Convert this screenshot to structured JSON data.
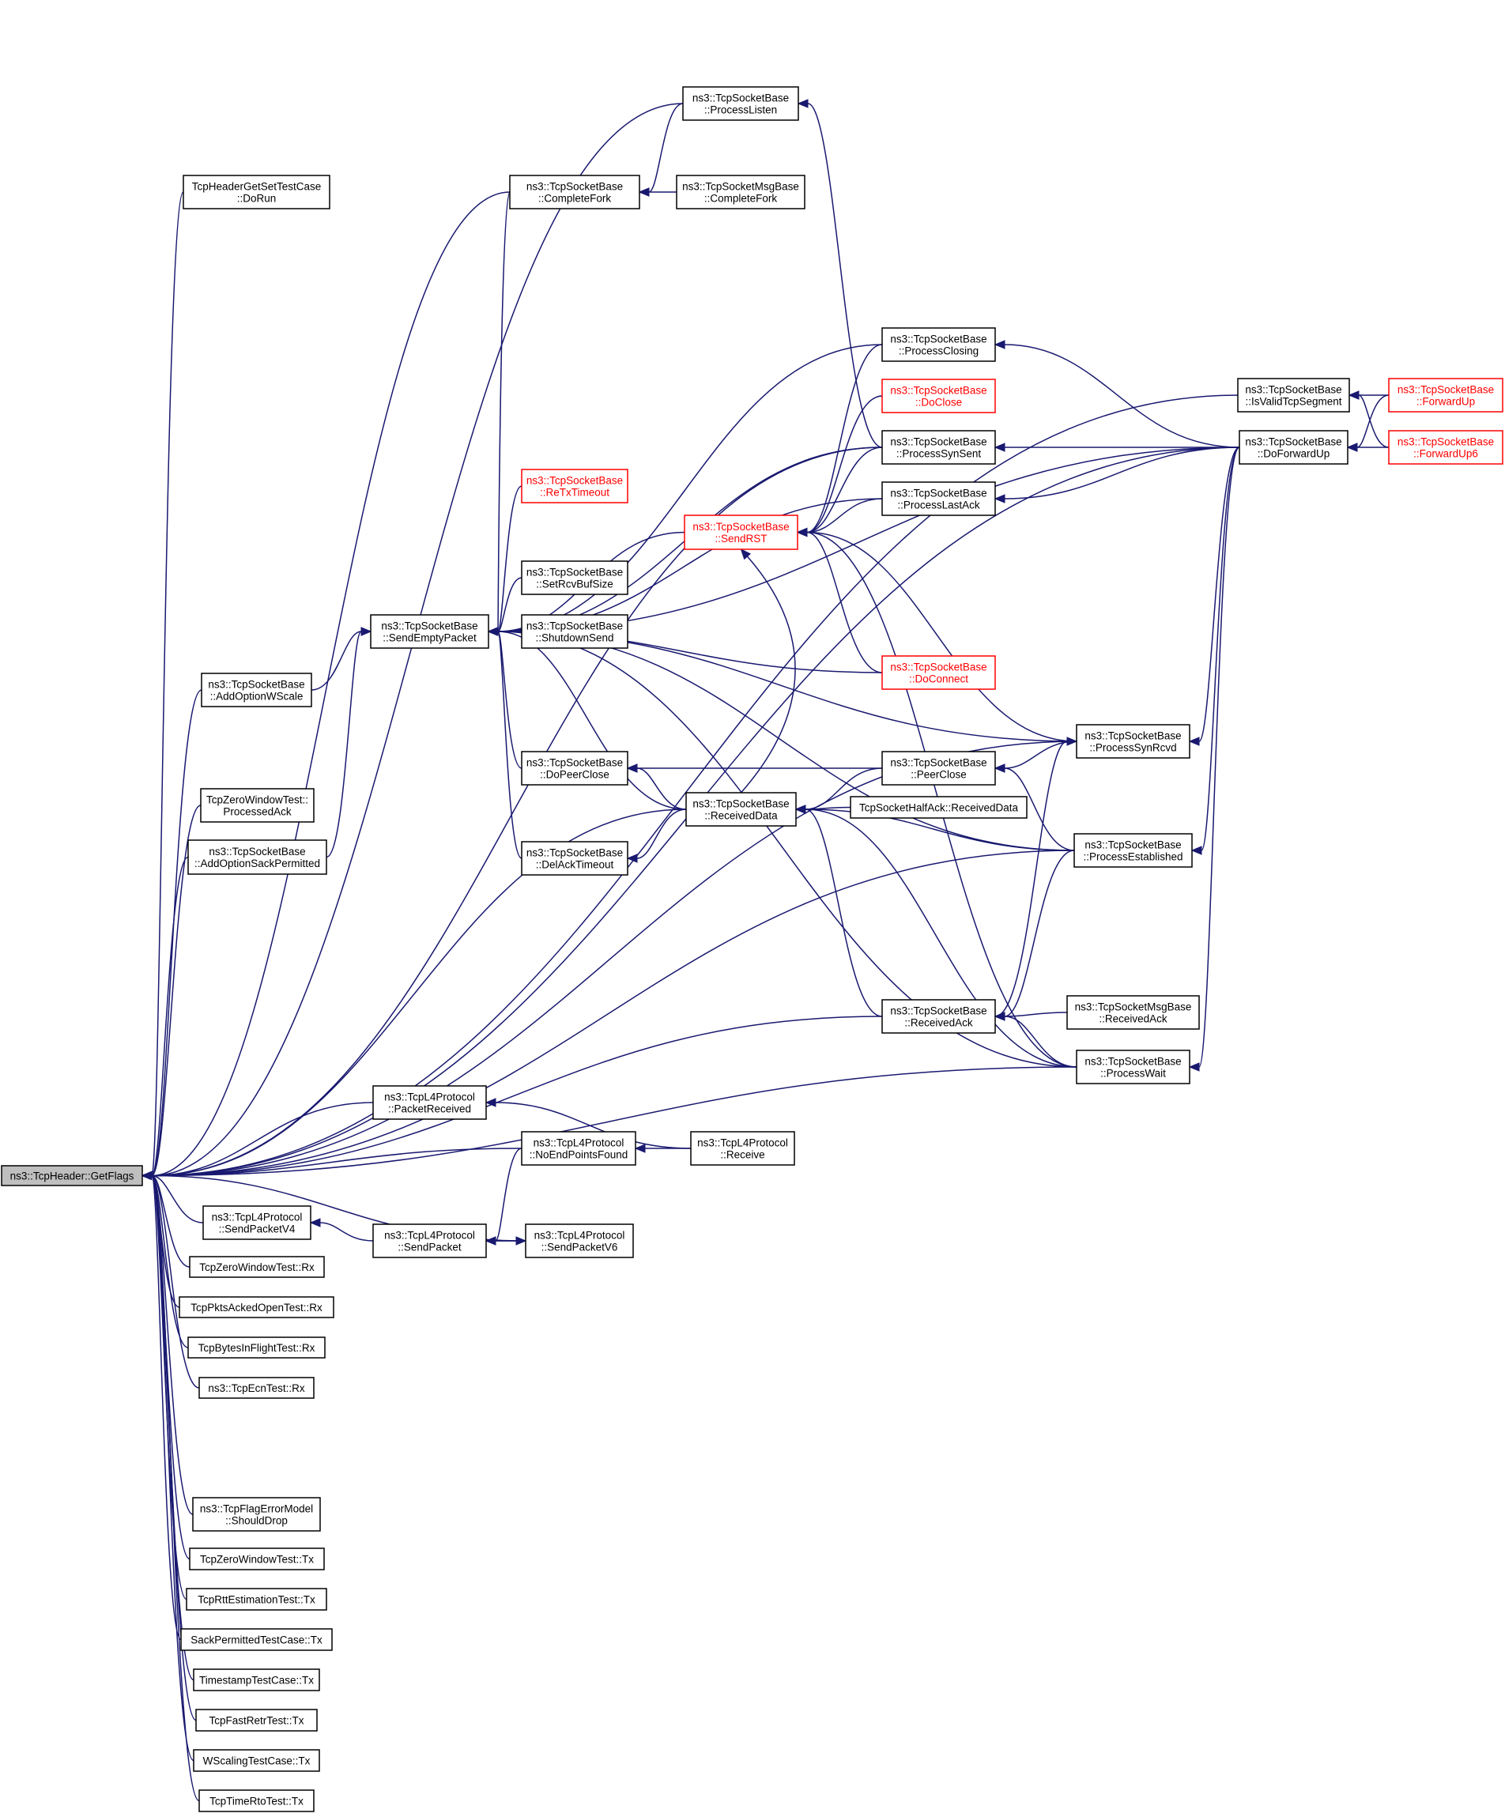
{
  "nodes": [
    {
      "id": "getflags",
      "lines": [
        "ns3::TcpHeader::GetFlags"
      ],
      "style": "root"
    },
    {
      "id": "headertest",
      "lines": [
        "TcpHeaderGetSetTestCase",
        "::DoRun"
      ]
    },
    {
      "id": "addwscale",
      "lines": [
        "ns3::TcpSocketBase",
        "::AddOptionWScale"
      ]
    },
    {
      "id": "zwprocack",
      "lines": [
        "TcpZeroWindowTest::",
        "ProcessedAck"
      ]
    },
    {
      "id": "addsack",
      "lines": [
        "ns3::TcpSocketBase",
        "::AddOptionSackPermitted"
      ]
    },
    {
      "id": "sendv4",
      "lines": [
        "ns3::TcpL4Protocol",
        "::SendPacketV4"
      ]
    },
    {
      "id": "zwrx",
      "lines": [
        "TcpZeroWindowTest::Rx"
      ]
    },
    {
      "id": "pktsrx",
      "lines": [
        "TcpPktsAckedOpenTest::Rx"
      ]
    },
    {
      "id": "bifrx",
      "lines": [
        "TcpBytesInFlightTest::Rx"
      ]
    },
    {
      "id": "ecnrx",
      "lines": [
        "ns3::TcpEcnTest::Rx"
      ]
    },
    {
      "id": "flagerr",
      "lines": [
        "ns3::TcpFlagErrorModel",
        "::ShouldDrop"
      ]
    },
    {
      "id": "zwtx",
      "lines": [
        "TcpZeroWindowTest::Tx"
      ]
    },
    {
      "id": "rtttx",
      "lines": [
        "TcpRttEstimationTest::Tx"
      ]
    },
    {
      "id": "sacktx",
      "lines": [
        "SackPermittedTestCase::Tx"
      ]
    },
    {
      "id": "tstx",
      "lines": [
        "TimestampTestCase::Tx"
      ]
    },
    {
      "id": "fastretx",
      "lines": [
        "TcpFastRetrTest::Tx"
      ]
    },
    {
      "id": "wstx",
      "lines": [
        "WScalingTestCase::Tx"
      ]
    },
    {
      "id": "rtotx",
      "lines": [
        "TcpTimeRtoTest::Tx"
      ]
    },
    {
      "id": "sendempty",
      "lines": [
        "ns3::TcpSocketBase",
        "::SendEmptyPacket"
      ]
    },
    {
      "id": "packetrecv",
      "lines": [
        "ns3::TcpL4Protocol",
        "::PacketReceived"
      ]
    },
    {
      "id": "sendpacket",
      "lines": [
        "ns3::TcpL4Protocol",
        "::SendPacket"
      ]
    },
    {
      "id": "completefork",
      "lines": [
        "ns3::TcpSocketBase",
        "::CompleteFork"
      ]
    },
    {
      "id": "retx",
      "lines": [
        "ns3::TcpSocketBase",
        "::ReTxTimeout"
      ],
      "style": "red"
    },
    {
      "id": "setrcvbuf",
      "lines": [
        "ns3::TcpSocketBase",
        "::SetRcvBufSize"
      ]
    },
    {
      "id": "shutdownsend",
      "lines": [
        "ns3::TcpSocketBase",
        "::ShutdownSend"
      ]
    },
    {
      "id": "dopeerclose",
      "lines": [
        "ns3::TcpSocketBase",
        "::DoPeerClose"
      ]
    },
    {
      "id": "delack",
      "lines": [
        "ns3::TcpSocketBase",
        "::DelAckTimeout"
      ]
    },
    {
      "id": "noendpoints",
      "lines": [
        "ns3::TcpL4Protocol",
        "::NoEndPointsFound"
      ]
    },
    {
      "id": "sendv6",
      "lines": [
        "ns3::TcpL4Protocol",
        "::SendPacketV6"
      ]
    },
    {
      "id": "processlisten",
      "lines": [
        "ns3::TcpSocketBase",
        "::ProcessListen"
      ]
    },
    {
      "id": "msgfork",
      "lines": [
        "ns3::TcpSocketMsgBase",
        "::CompleteFork"
      ]
    },
    {
      "id": "sendrst",
      "lines": [
        "ns3::TcpSocketBase",
        "::SendRST"
      ],
      "style": "red"
    },
    {
      "id": "recvdata",
      "lines": [
        "ns3::TcpSocketBase",
        "::ReceivedData"
      ]
    },
    {
      "id": "l4receive",
      "lines": [
        "ns3::TcpL4Protocol",
        "::Receive"
      ]
    },
    {
      "id": "procclosing",
      "lines": [
        "ns3::TcpSocketBase",
        "::ProcessClosing"
      ]
    },
    {
      "id": "doclose",
      "lines": [
        "ns3::TcpSocketBase",
        "::DoClose"
      ],
      "style": "red"
    },
    {
      "id": "procsynsent",
      "lines": [
        "ns3::TcpSocketBase",
        "::ProcessSynSent"
      ]
    },
    {
      "id": "proclastack",
      "lines": [
        "ns3::TcpSocketBase",
        "::ProcessLastAck"
      ]
    },
    {
      "id": "doconnect",
      "lines": [
        "ns3::TcpSocketBase",
        "::DoConnect"
      ],
      "style": "red"
    },
    {
      "id": "peerclose",
      "lines": [
        "ns3::TcpSocketBase",
        "::PeerClose"
      ]
    },
    {
      "id": "halfack",
      "lines": [
        "TcpSocketHalfAck::ReceivedData"
      ]
    },
    {
      "id": "recvack",
      "lines": [
        "ns3::TcpSocketBase",
        "::ReceivedAck"
      ]
    },
    {
      "id": "procsynrcvd",
      "lines": [
        "ns3::TcpSocketBase",
        "::ProcessSynRcvd"
      ]
    },
    {
      "id": "procest",
      "lines": [
        "ns3::TcpSocketBase",
        "::ProcessEstablished"
      ]
    },
    {
      "id": "msgrecvack",
      "lines": [
        "ns3::TcpSocketMsgBase",
        "::ReceivedAck"
      ]
    },
    {
      "id": "procwait",
      "lines": [
        "ns3::TcpSocketBase",
        "::ProcessWait"
      ]
    },
    {
      "id": "isvalid",
      "lines": [
        "ns3::TcpSocketBase",
        "::IsValidTcpSegment"
      ]
    },
    {
      "id": "doforwardup",
      "lines": [
        "ns3::TcpSocketBase",
        "::DoForwardUp"
      ]
    },
    {
      "id": "forwardup",
      "lines": [
        "ns3::TcpSocketBase",
        "::ForwardUp"
      ],
      "style": "red"
    },
    {
      "id": "forwardup6",
      "lines": [
        "ns3::TcpSocketBase",
        "::ForwardUp6"
      ],
      "style": "red"
    }
  ],
  "edges": [
    [
      "headertest",
      "getflags"
    ],
    [
      "addwscale",
      "getflags"
    ],
    [
      "zwprocack",
      "getflags"
    ],
    [
      "addsack",
      "getflags"
    ],
    [
      "sendv4",
      "getflags"
    ],
    [
      "zwrx",
      "getflags"
    ],
    [
      "pktsrx",
      "getflags"
    ],
    [
      "bifrx",
      "getflags"
    ],
    [
      "ecnrx",
      "getflags"
    ],
    [
      "flagerr",
      "getflags"
    ],
    [
      "zwtx",
      "getflags"
    ],
    [
      "rtttx",
      "getflags"
    ],
    [
      "sacktx",
      "getflags"
    ],
    [
      "tstx",
      "getflags"
    ],
    [
      "fastretx",
      "getflags"
    ],
    [
      "wstx",
      "getflags"
    ],
    [
      "rtotx",
      "getflags"
    ],
    [
      "processlisten",
      "getflags"
    ],
    [
      "completefork",
      "getflags"
    ],
    [
      "procsynsent",
      "getflags"
    ],
    [
      "recvdata",
      "getflags"
    ],
    [
      "procsynrcvd",
      "getflags"
    ],
    [
      "recvack",
      "getflags"
    ],
    [
      "packetrecv",
      "getflags"
    ],
    [
      "noendpoints",
      "getflags"
    ],
    [
      "procest",
      "getflags"
    ],
    [
      "sendv6",
      "getflags"
    ],
    [
      "procwait",
      "getflags"
    ],
    [
      "isvalid",
      "getflags"
    ],
    [
      "doforwardup",
      "getflags"
    ],
    [
      "addwscale",
      "sendempty"
    ],
    [
      "addsack",
      "sendempty"
    ],
    [
      "completefork",
      "sendempty"
    ],
    [
      "retx",
      "sendempty"
    ],
    [
      "setrcvbuf",
      "sendempty"
    ],
    [
      "shutdownsend",
      "sendempty"
    ],
    [
      "dopeerclose",
      "sendempty"
    ],
    [
      "delack",
      "sendempty"
    ],
    [
      "sendrst",
      "sendempty"
    ],
    [
      "recvdata",
      "sendempty"
    ],
    [
      "procclosing",
      "sendempty"
    ],
    [
      "procsynsent",
      "sendempty"
    ],
    [
      "proclastack",
      "sendempty"
    ],
    [
      "doconnect",
      "sendempty"
    ],
    [
      "procsynrcvd",
      "sendempty"
    ],
    [
      "procest",
      "sendempty"
    ],
    [
      "procwait",
      "sendempty"
    ],
    [
      "doforwardup",
      "sendempty"
    ],
    [
      "processlisten",
      "completefork"
    ],
    [
      "msgfork",
      "completefork"
    ],
    [
      "procclosing",
      "sendrst"
    ],
    [
      "doclose",
      "sendrst"
    ],
    [
      "procsynsent",
      "sendrst"
    ],
    [
      "proclastack",
      "sendrst"
    ],
    [
      "doconnect",
      "sendrst"
    ],
    [
      "procsynrcvd",
      "sendrst"
    ],
    [
      "procwait",
      "sendrst"
    ],
    [
      "recvdata",
      "sendrst"
    ],
    [
      "recvdata",
      "dopeerclose"
    ],
    [
      "peerclose",
      "dopeerclose"
    ],
    [
      "recvdata",
      "delack"
    ],
    [
      "peerclose",
      "recvdata"
    ],
    [
      "halfack",
      "recvdata"
    ],
    [
      "procest",
      "recvdata"
    ],
    [
      "recvack",
      "recvdata"
    ],
    [
      "procwait",
      "recvdata"
    ],
    [
      "procsynrcvd",
      "peerclose"
    ],
    [
      "procest",
      "peerclose"
    ],
    [
      "procest",
      "recvack"
    ],
    [
      "msgrecvack",
      "recvack"
    ],
    [
      "procwait",
      "recvack"
    ],
    [
      "recvack",
      "procsynrcvd"
    ],
    [
      "procsynsent",
      "processlisten"
    ],
    [
      "doforwardup",
      "procclosing"
    ],
    [
      "doforwardup",
      "procsynsent"
    ],
    [
      "doforwardup",
      "proclastack"
    ],
    [
      "doforwardup",
      "procsynrcvd"
    ],
    [
      "doforwardup",
      "procest"
    ],
    [
      "doforwardup",
      "procwait"
    ],
    [
      "l4receive",
      "packetrecv"
    ],
    [
      "l4receive",
      "noendpoints"
    ],
    [
      "noendpoints",
      "sendpacket"
    ],
    [
      "sendv6",
      "sendpacket"
    ],
    [
      "sendpacket",
      "sendv4"
    ],
    [
      "sendpacket",
      "sendv6"
    ],
    [
      "forwardup",
      "isvalid"
    ],
    [
      "forwardup6",
      "isvalid"
    ],
    [
      "forwardup",
      "doforwardup"
    ],
    [
      "forwardup6",
      "doforwardup"
    ]
  ]
}
